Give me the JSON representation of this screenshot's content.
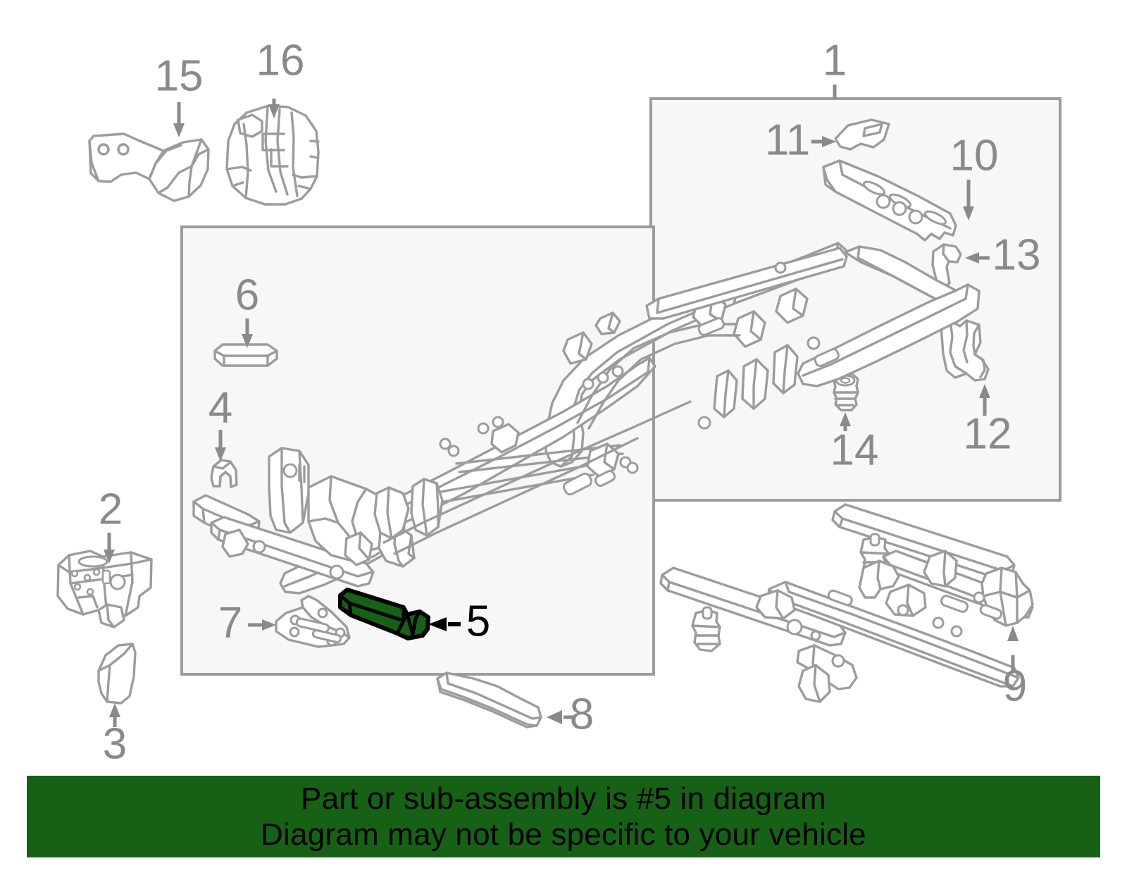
{
  "diagram": {
    "title": "Vehicle frame and body mount parts diagram",
    "highlight_color": "#176116",
    "line_color": "#9c9c9c",
    "label_color": "#8a8a8a",
    "highlighted_part_number": "5",
    "callouts": [
      {
        "id": "1",
        "label": "1",
        "type": "group-box",
        "arrow": "down",
        "highlighted": false
      },
      {
        "id": "2",
        "label": "2",
        "type": "part",
        "arrow": "down",
        "highlighted": false
      },
      {
        "id": "3",
        "label": "3",
        "type": "part",
        "arrow": "up",
        "highlighted": false
      },
      {
        "id": "4",
        "label": "4",
        "type": "part",
        "arrow": "down",
        "highlighted": false
      },
      {
        "id": "5",
        "label": "5",
        "type": "part",
        "arrow": "left",
        "highlighted": true
      },
      {
        "id": "6",
        "label": "6",
        "type": "part",
        "arrow": "down",
        "highlighted": false
      },
      {
        "id": "7",
        "label": "7",
        "type": "part",
        "arrow": "right",
        "highlighted": false
      },
      {
        "id": "8",
        "label": "8",
        "type": "part",
        "arrow": "left",
        "highlighted": false
      },
      {
        "id": "9",
        "label": "9",
        "type": "part",
        "arrow": "up",
        "highlighted": false
      },
      {
        "id": "10",
        "label": "10",
        "type": "part",
        "arrow": "down",
        "highlighted": false
      },
      {
        "id": "11",
        "label": "11",
        "type": "part",
        "arrow": "right",
        "highlighted": false
      },
      {
        "id": "12",
        "label": "12",
        "type": "part",
        "arrow": "up",
        "highlighted": false
      },
      {
        "id": "13",
        "label": "13",
        "type": "part",
        "arrow": "left",
        "highlighted": false
      },
      {
        "id": "14",
        "label": "14",
        "type": "part",
        "arrow": "up",
        "highlighted": false
      },
      {
        "id": "15",
        "label": "15",
        "type": "part",
        "arrow": "down",
        "highlighted": false
      },
      {
        "id": "16",
        "label": "16",
        "type": "part",
        "arrow": "down",
        "highlighted": false
      }
    ]
  },
  "banner": {
    "background": "#176116",
    "line1": "Part or sub-assembly is #5 in diagram",
    "line2": "Diagram may not be specific to your vehicle"
  }
}
